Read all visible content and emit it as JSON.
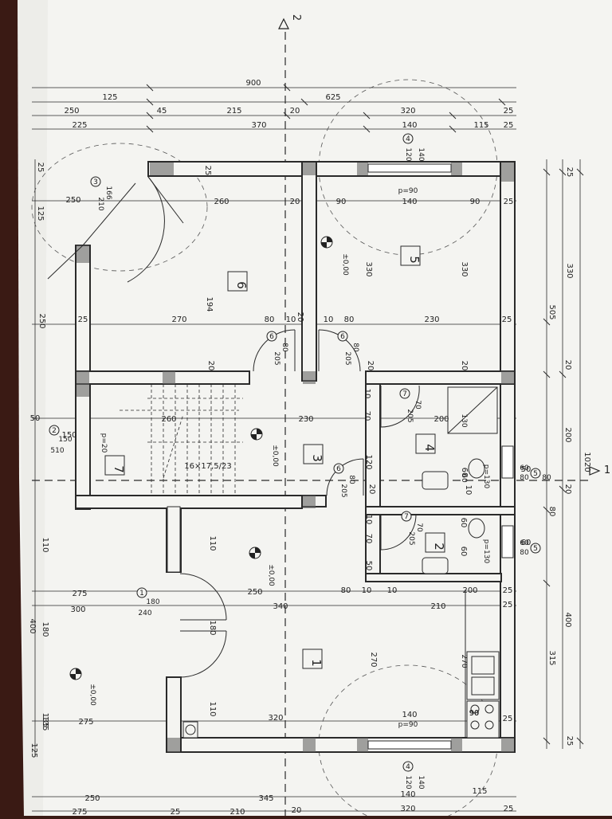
{
  "colors": {
    "paper": "#f4f4f1",
    "ink": "#2a2a2a",
    "background": "#3a1a14"
  },
  "section_marks": {
    "top": "2",
    "right": "1"
  },
  "rooms": [
    {
      "id": "room-1",
      "label": "1"
    },
    {
      "id": "room-2",
      "label": "2"
    },
    {
      "id": "room-3",
      "label": "3"
    },
    {
      "id": "room-4",
      "label": "4"
    },
    {
      "id": "room-5",
      "label": "5"
    },
    {
      "id": "room-6",
      "label": "6"
    },
    {
      "id": "room-7",
      "label": "7"
    }
  ],
  "level_marks": [
    "±0,00",
    "±0,00",
    "±0,00",
    "±0,00"
  ],
  "stair": {
    "label": "16×17,5/23"
  },
  "dims_top": [
    "900",
    "125",
    "625",
    "250",
    "45",
    "215",
    "20",
    "320",
    "25",
    "225",
    "370",
    "140",
    "115",
    "25"
  ],
  "dims_bottom": [
    "250",
    "345",
    "140",
    "115",
    "275",
    "25",
    "210",
    "20",
    "320",
    "25"
  ],
  "dims_right": [
    "25",
    "330",
    "505",
    "20",
    "200",
    "1020",
    "20",
    "80",
    "400",
    "315",
    "25"
  ],
  "dims_left": [
    "25",
    "125",
    "250",
    "50",
    "150",
    "110",
    "400",
    "135",
    "125",
    "180"
  ],
  "dims_interior": [
    "25",
    "260",
    "20",
    "90",
    "140",
    "90",
    "25",
    "250",
    "25",
    "270",
    "80",
    "10",
    "10",
    "80",
    "230",
    "25",
    "260",
    "230",
    "200",
    "275",
    "250",
    "80",
    "10",
    "10",
    "200",
    "25",
    "300",
    "340",
    "210",
    "25",
    "275",
    "320",
    "140",
    "90",
    "25",
    "135",
    "194",
    "330",
    "330",
    "270",
    "110",
    "180",
    "110",
    "20",
    "20",
    "20",
    "20",
    "10",
    "70",
    "120",
    "20",
    "10",
    "70",
    "50",
    "60",
    "10",
    "60",
    "60",
    "50",
    "60"
  ],
  "doors": [
    {
      "mark": "6",
      "w": "80",
      "h": "205"
    },
    {
      "mark": "6",
      "w": "80",
      "h": "205"
    },
    {
      "mark": "7",
      "w": "70",
      "h": "205"
    },
    {
      "mark": "7",
      "w": "70",
      "h": "205"
    },
    {
      "mark": "6",
      "w": "80",
      "h": "205"
    },
    {
      "mark": "1",
      "w": "180",
      "h": "240"
    },
    {
      "mark": "2",
      "w": "150",
      "h": "510"
    },
    {
      "mark": "3",
      "w": "166",
      "h": "210"
    }
  ],
  "windows": [
    {
      "mark": "4",
      "w": "140",
      "h": "120",
      "sill": "p=90"
    },
    {
      "mark": "4",
      "w": "140",
      "h": "120",
      "sill": "p=90"
    },
    {
      "mark": "5",
      "w": "60",
      "h": "80",
      "sill": "p=130"
    },
    {
      "mark": "5",
      "w": "60",
      "h": "80",
      "sill": "p=130"
    }
  ],
  "misc_labels": {
    "p20": "p=20",
    "d130": "130",
    "d90": "90",
    "d270": "270",
    "d60a": "60",
    "d80a": "80"
  }
}
